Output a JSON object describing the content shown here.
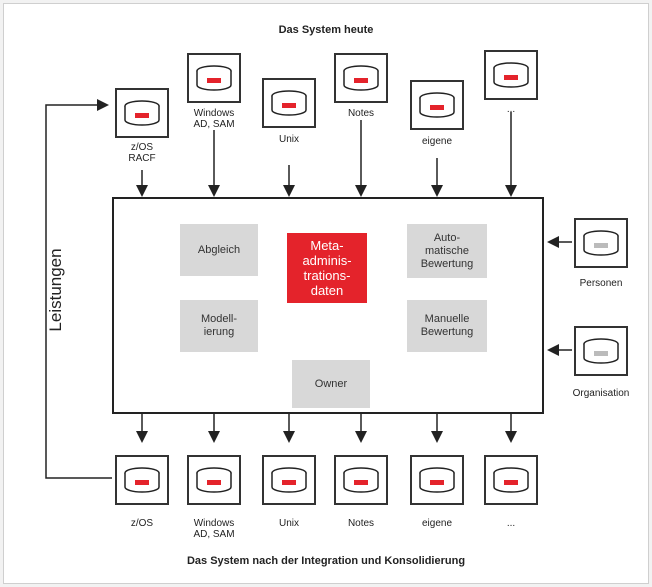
{
  "titles": {
    "top": "Das System heute",
    "bottom": "Das System nach der Integration und Konsolidierung"
  },
  "vertical_label": "Leistungen",
  "top_systems": [
    "z/OS\nRACF",
    "Windows\nAD, SAM",
    "Unix",
    "Notes",
    "eigene",
    "..."
  ],
  "bottom_systems": [
    "z/OS",
    "Windows\nAD, SAM",
    "Unix",
    "Notes",
    "eigene",
    "..."
  ],
  "right_sources": [
    "Personen",
    "Organisation"
  ],
  "center": {
    "meta": "Meta-\nadminis-\ntrations-\ndaten",
    "abgleich": "Abgleich",
    "modellierung": "Modell-\nierung",
    "auto": "Auto-\nmatische\nBewertung",
    "manuell": "Manuelle\nBewertung",
    "owner": "Owner"
  },
  "colors": {
    "accent": "#e4232b",
    "box_gray": "#d8d8d8"
  },
  "icons": [
    "database-icon",
    "arrow-cycle-icon"
  ]
}
